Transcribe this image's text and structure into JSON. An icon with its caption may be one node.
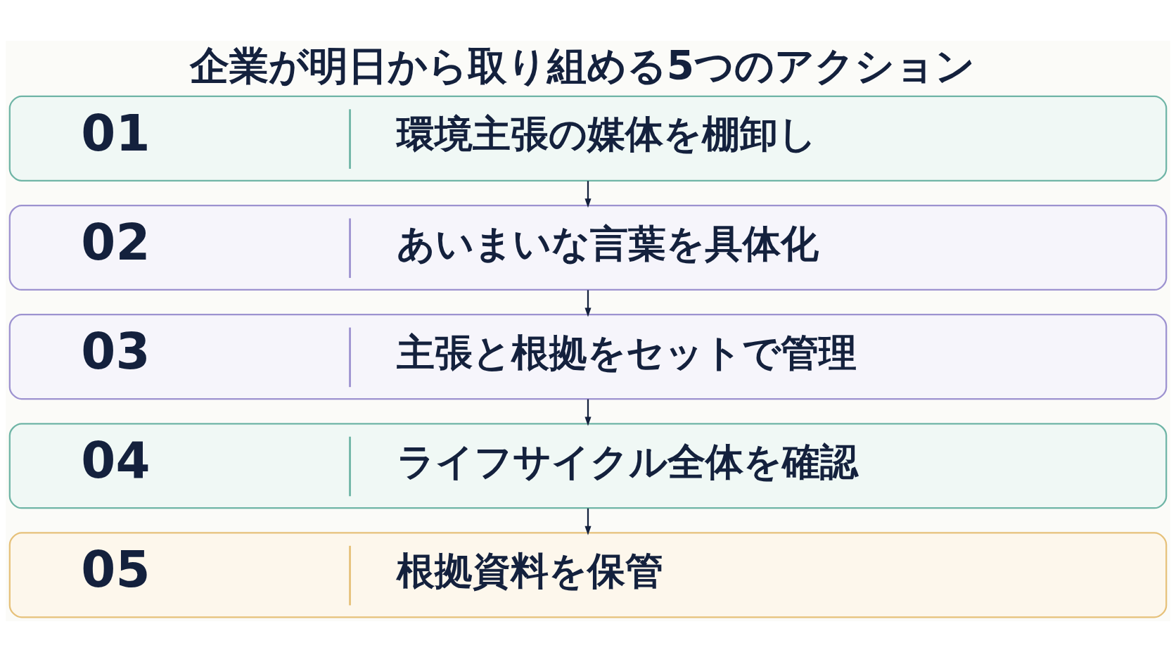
{
  "diagram": {
    "title": "企業が明日から取り組める5つのアクション",
    "nodes": [
      {
        "text": [
          "01",
          "環境主張の媒体を棚卸し"
        ]
      },
      {
        "text": [
          "02",
          "あいまいな言葉を具体化"
        ]
      },
      {
        "text": [
          "03",
          "主張と根拠をセットで管理"
        ]
      },
      {
        "text": [
          "04",
          "ライフサイクル全体を確認"
        ]
      },
      {
        "text": [
          "05",
          "根拠資料を保管"
        ]
      }
    ],
    "edges": [
      {
        "from": 0,
        "to": 1,
        "arrow": "to"
      },
      {
        "from": 1,
        "to": 2,
        "arrow": "to"
      },
      {
        "from": 2,
        "to": 3,
        "arrow": "to"
      },
      {
        "from": 3,
        "to": 4,
        "arrow": "to"
      }
    ]
  }
}
